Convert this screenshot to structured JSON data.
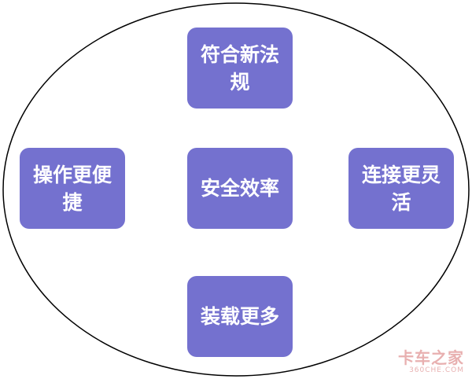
{
  "diagram": {
    "nodes": {
      "top": "符合新法规",
      "left": "操作更便捷",
      "center": "安全效率",
      "right": "连接更灵活",
      "bottom": "装载更多"
    },
    "colors": {
      "node_fill": "#7471cf",
      "node_text": "#ffffff",
      "ellipse_stroke": "#000000"
    }
  },
  "watermark": {
    "main": "卡车之家",
    "sub": "360CHE.COM"
  }
}
